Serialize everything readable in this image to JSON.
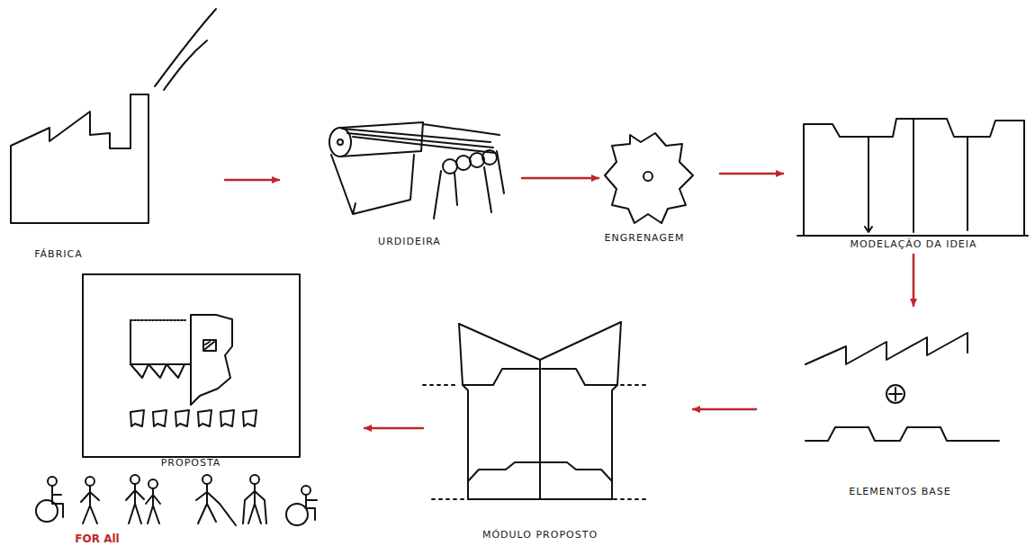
{
  "diagram": {
    "nodes": [
      {
        "text": [
          "FÁBRICA"
        ]
      },
      {
        "text": [
          "URDIDEIRA"
        ]
      },
      {
        "text": [
          "ENGRENAGEM"
        ]
      },
      {
        "text": [
          "MODELAÇÃO DA IDEIA"
        ]
      },
      {
        "text": [
          "ELEMENTOS BASE"
        ]
      },
      {
        "text": [
          "MÓDULO PROPOSTO"
        ]
      },
      {
        "text": [
          "PROPOSTA"
        ]
      }
    ],
    "edges": [
      {
        "from": 0,
        "to": 1,
        "arrow": "to"
      },
      {
        "from": 1,
        "to": 2,
        "arrow": "to"
      },
      {
        "from": 2,
        "to": 3,
        "arrow": "to"
      },
      {
        "from": 3,
        "to": 4,
        "arrow": "to"
      },
      {
        "from": 4,
        "to": 5,
        "arrow": "to"
      },
      {
        "from": 5,
        "to": 6,
        "arrow": "to"
      }
    ],
    "labels": [
      "FOR All"
    ]
  }
}
